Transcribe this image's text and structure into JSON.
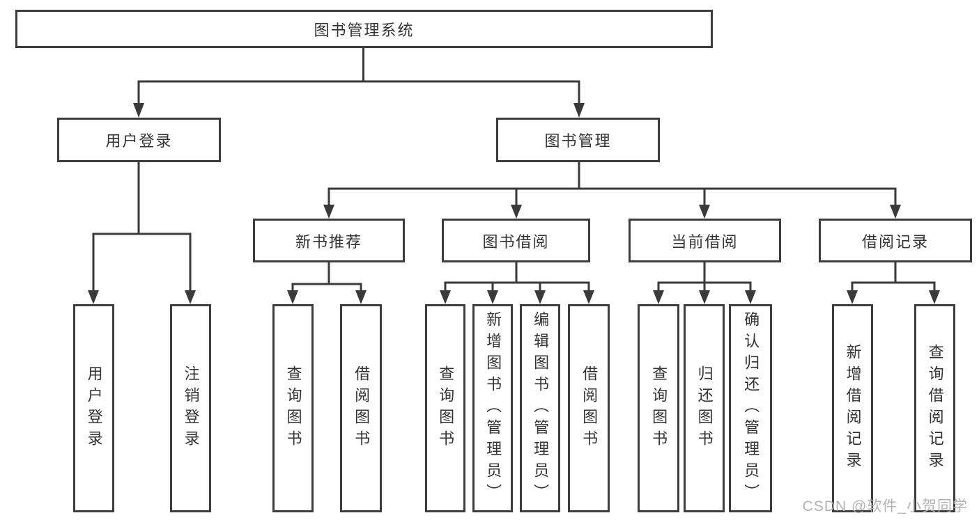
{
  "diagram": {
    "root": {
      "label": "图书管理系统"
    },
    "level2": [
      {
        "label": "用户登录"
      },
      {
        "label": "图书管理"
      }
    ],
    "level3": [
      {
        "label": "新书推荐"
      },
      {
        "label": "图书借阅"
      },
      {
        "label": "当前借阅"
      },
      {
        "label": "借阅记录"
      }
    ],
    "leaves": {
      "userLogin": [
        {
          "label": "用户登录"
        },
        {
          "label": "注销登录"
        }
      ],
      "newBooks": [
        {
          "label": "查询图书"
        },
        {
          "label": "借阅图书"
        }
      ],
      "bookBorrow": [
        {
          "label": "查询图书"
        },
        {
          "label": "新增图书（管理员）"
        },
        {
          "label": "编辑图书（管理员）"
        },
        {
          "label": "借阅图书"
        }
      ],
      "currentBorrow": [
        {
          "label": "查询图书"
        },
        {
          "label": "归还图书"
        },
        {
          "label": "确认归还（管理员）"
        }
      ],
      "borrowRecords": [
        {
          "label": "新增借阅记录"
        },
        {
          "label": "查询借阅记录"
        }
      ]
    }
  },
  "watermark": {
    "text": "CSDN @软件_小贺同学"
  },
  "colors": {
    "line": "#3a3a3a",
    "box_border": "#3d3d3d",
    "text": "#333333",
    "watermark": "#afafaf",
    "background": "#ffffff"
  }
}
